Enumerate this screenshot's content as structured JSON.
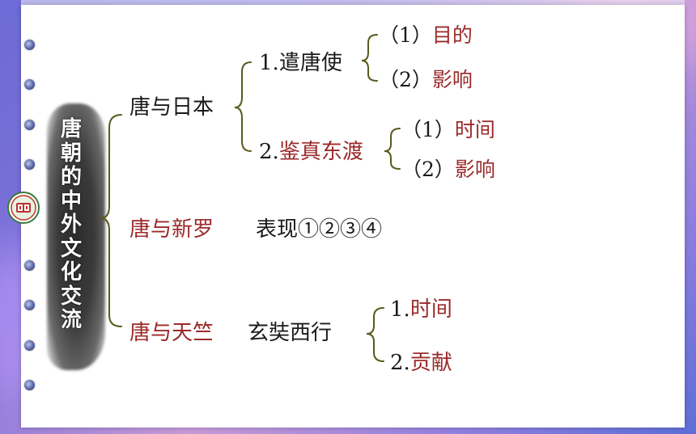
{
  "title": "唐朝的中外文化交流",
  "branches": [
    {
      "name": "唐与日本",
      "items": [
        {
          "num": "1.",
          "label": "遣唐使",
          "subs": [
            {
              "num": "（1）",
              "label": "目的"
            },
            {
              "num": "（2）",
              "label": "影响"
            }
          ]
        },
        {
          "num": "2.",
          "label": "鉴真东渡",
          "subs": [
            {
              "num": "（1）",
              "label": "时间"
            },
            {
              "num": "（2）",
              "label": "影响"
            }
          ]
        }
      ]
    },
    {
      "name": "唐与新罗",
      "detail": "表现①②③④"
    },
    {
      "name": "唐与天竺",
      "detail": "玄奘西行",
      "items": [
        {
          "num": "1.",
          "label": "时间"
        },
        {
          "num": "2.",
          "label": "贡献"
        }
      ]
    }
  ],
  "colors": {
    "black_text": "#1a1a1a",
    "red_text": "#9b2a2a",
    "brace": "#5a5a1a"
  }
}
